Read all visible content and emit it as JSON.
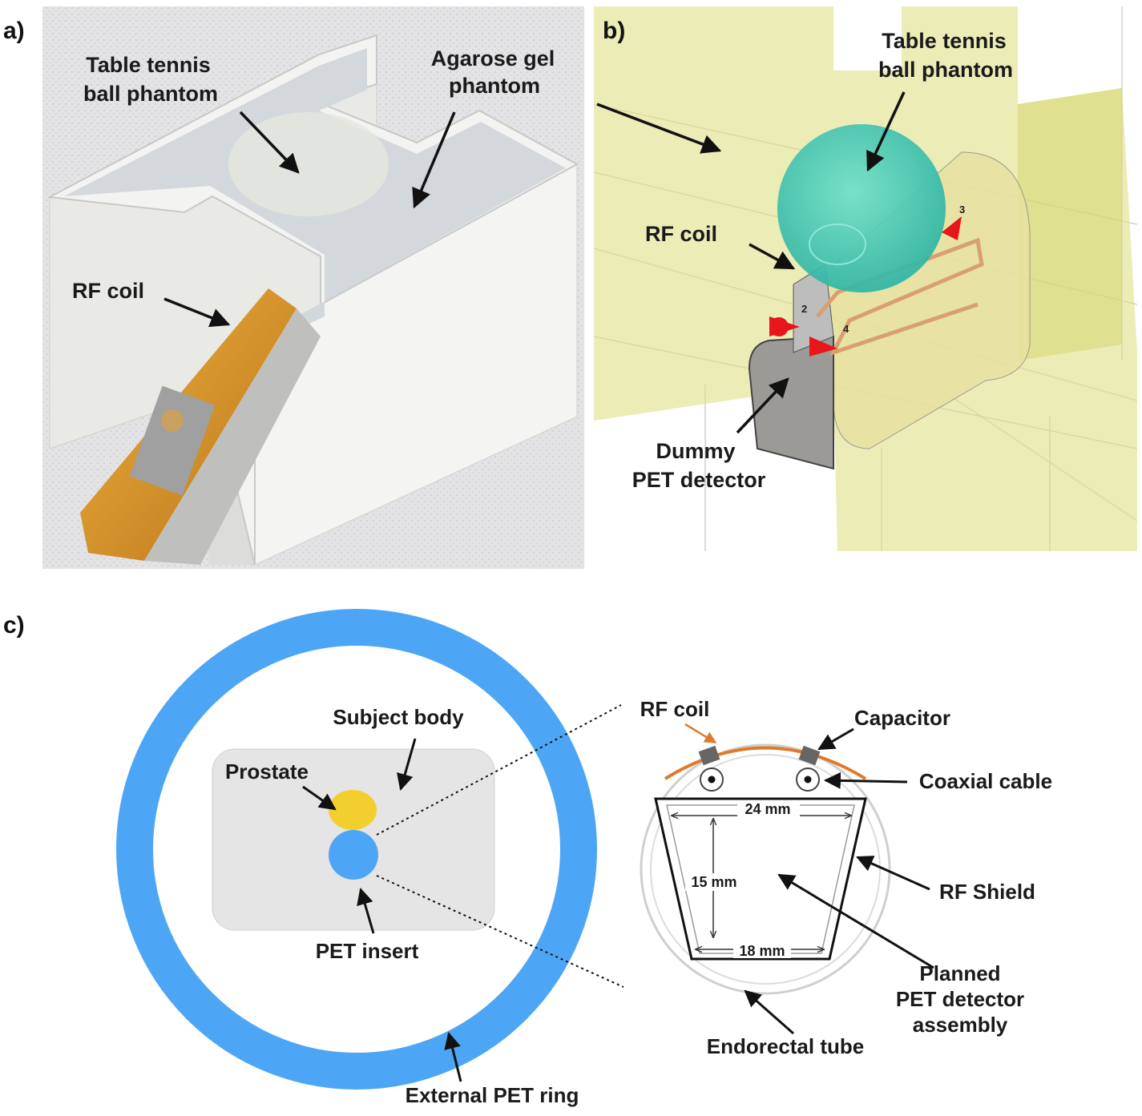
{
  "panel_a": {
    "tag": "a)",
    "labels": {
      "ball_line1": "Table tennis",
      "ball_line2": "ball phantom",
      "gel_line1": "Agarose gel",
      "gel_line2": "phantom",
      "coil": "RF coil"
    },
    "colors": {
      "background": "#e6e6e8",
      "phantom_box": "#f2f2f0",
      "gel": "#d3d8dc",
      "coil": "#d99a30"
    }
  },
  "panel_b": {
    "tag": "b)",
    "labels": {
      "ball_line1": "Table tennis",
      "ball_line2": "ball phantom",
      "coil": "RF coil",
      "detector_line1": "Dummy",
      "detector_line2": "PET detector",
      "port_2": "2",
      "port_3": "3",
      "port_4": "4"
    },
    "colors": {
      "background": "#ffffff",
      "phantom": "#e0e08a",
      "ball": "#3fc6b0",
      "port": "#e8161a",
      "coil_trace": "#d8a070"
    }
  },
  "panel_c": {
    "tag": "c)",
    "labels": {
      "subject_body": "Subject body",
      "prostate": "Prostate",
      "pet_insert": "PET insert",
      "external_ring": "External PET ring",
      "rf_coil": "RF coil",
      "capacitor": "Capacitor",
      "coaxial_cable": "Coaxial cable",
      "rf_shield": "RF Shield",
      "detector_line1": "Planned",
      "detector_line2": "PET detector",
      "detector_line3": "assembly",
      "endorectal_tube": "Endorectal tube",
      "dim_top": "24 mm",
      "dim_height": "15 mm",
      "dim_bottom": "18 mm"
    },
    "colors": {
      "ring": "#4da6f5",
      "prostate": "#f2cf2e",
      "insert": "#4da6f5",
      "body": "#e5e5e5",
      "coil": "#e07a2a",
      "capacitor": "#666666"
    }
  }
}
